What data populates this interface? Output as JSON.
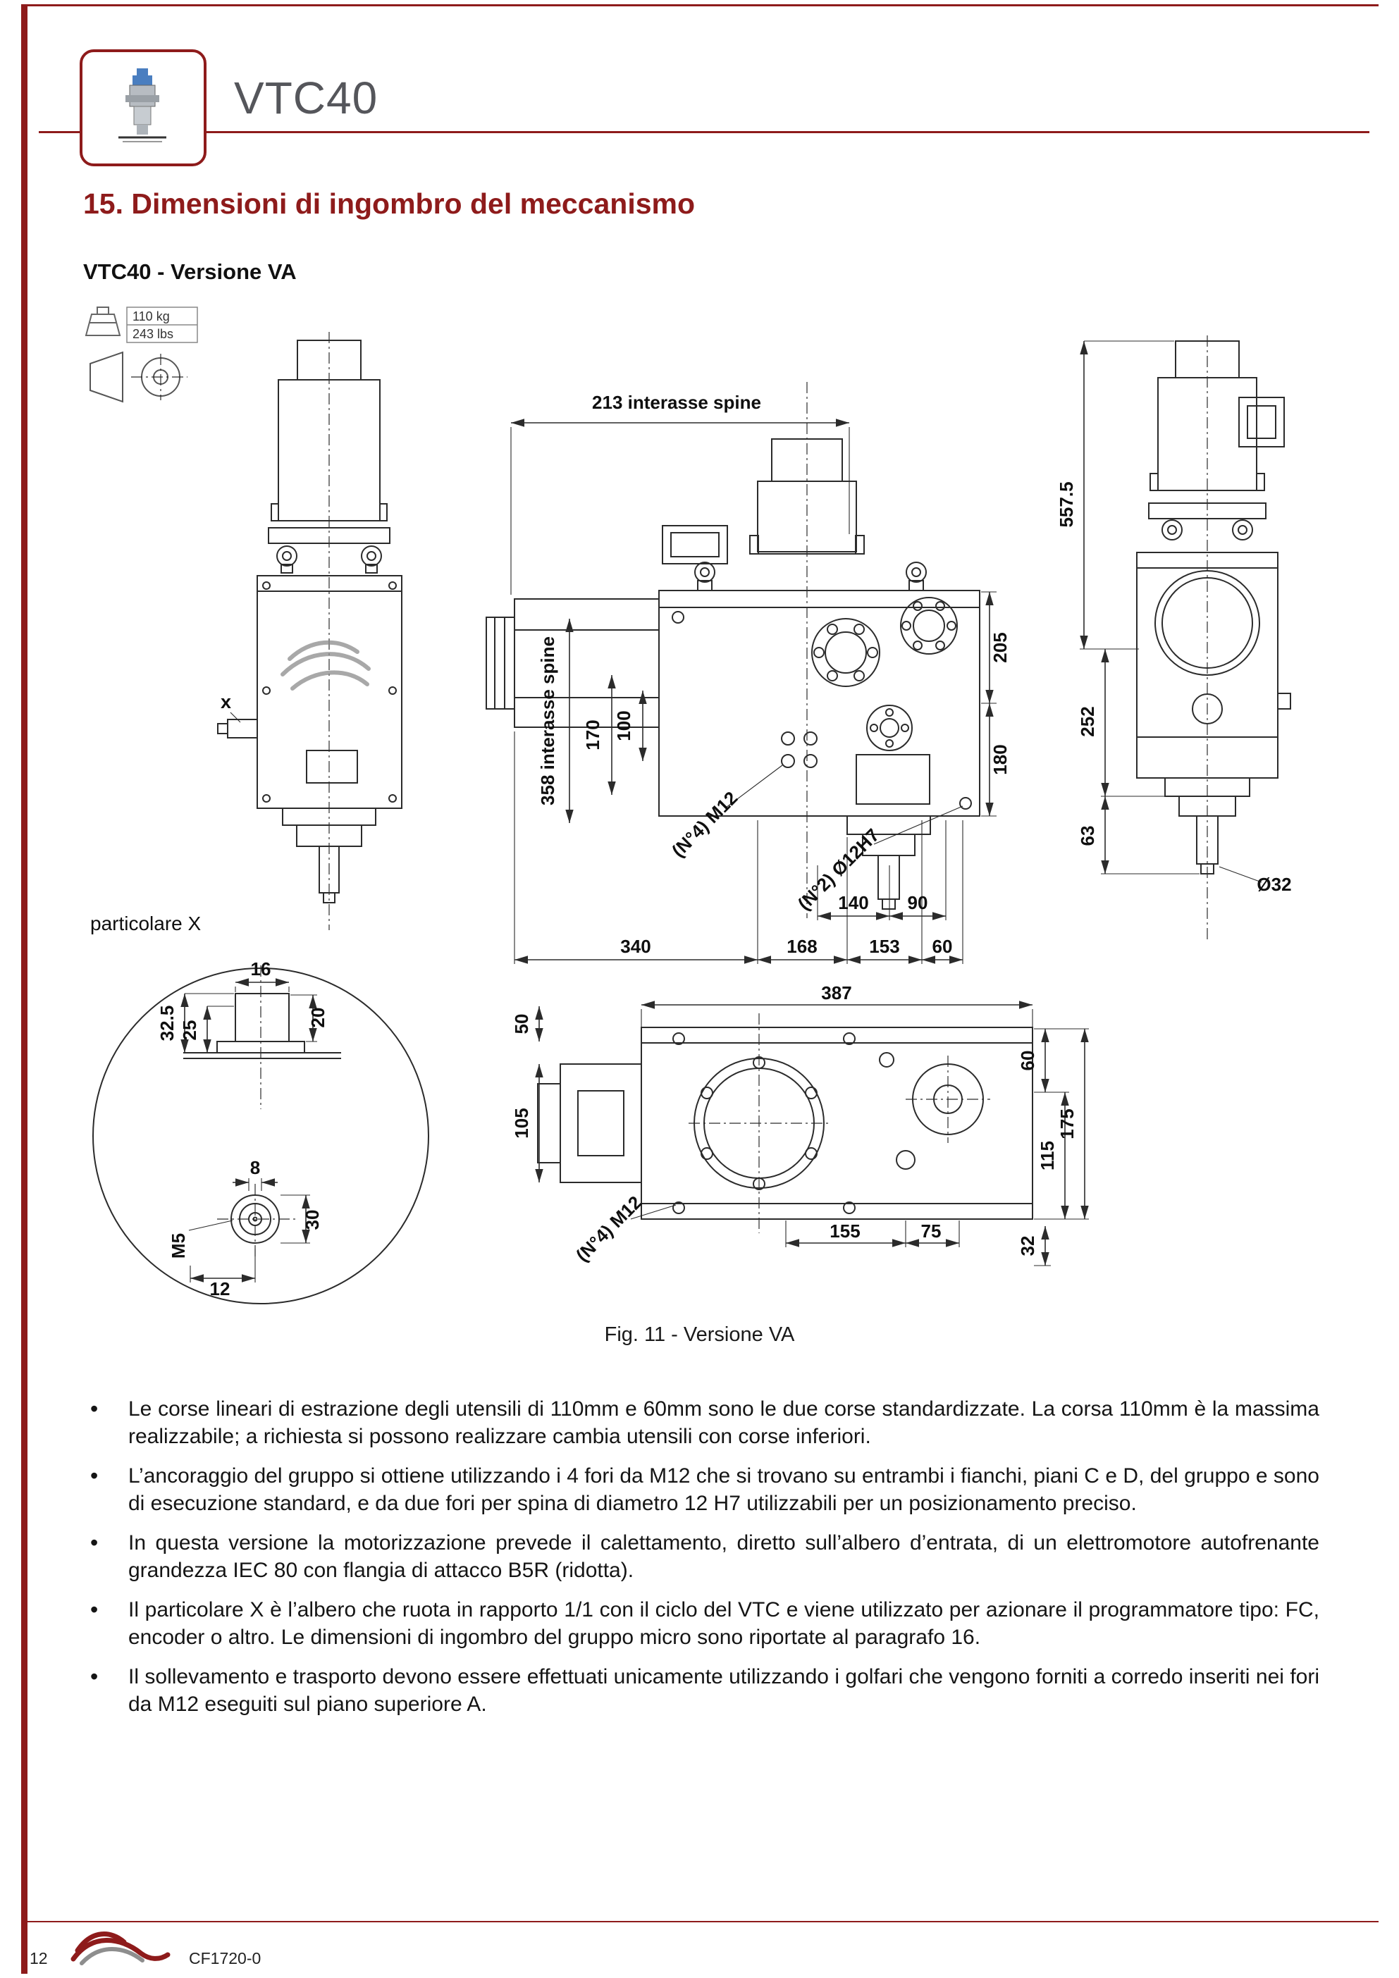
{
  "header": {
    "title": "VTC40"
  },
  "section": {
    "title": "15. Dimensioni di ingombro del meccanismo",
    "subtitle": "VTC40 - Versione VA"
  },
  "weight": {
    "kg": "110 kg",
    "lbs": "243 lbs"
  },
  "figure": {
    "caption": "Fig. 11 - Versione VA",
    "particolare_label": "particolare X",
    "x_label": "x"
  },
  "dims": {
    "front": {
      "interasse_top": "213  interasse spine",
      "interasse_left": "358  interasse spine",
      "d170": "170",
      "d100": "100",
      "d205": "205",
      "d180": "180",
      "m12": "(N°4) M12",
      "pin": "(N°2) Ø12H7",
      "d140": "140",
      "d90": "90",
      "d340": "340",
      "d168": "168",
      "d153": "153",
      "d60": "60"
    },
    "side": {
      "d557": "557.5",
      "d252": "252",
      "d63": "63",
      "dia32": "Ø32"
    },
    "top": {
      "d387": "387",
      "d50": "50",
      "d105": "105",
      "d60": "60",
      "d115": "115",
      "d175": "175",
      "d155": "155",
      "d75": "75",
      "d32": "32",
      "m12": "(N°4) M12"
    },
    "detail": {
      "d16": "16",
      "d32_5": "32.5",
      "d25": "25",
      "d20": "20",
      "d8": "8",
      "d30": "30",
      "m5": "M5",
      "d12": "12"
    }
  },
  "bullets": [
    "Le corse lineari di estrazione degli utensili di 110mm e 60mm sono le due corse standardizzate. La corsa 110mm è la massima realizzabile; a richiesta si possono realizzare cambia utensili con corse inferiori.",
    "L’ancoraggio del gruppo si ottiene utilizzando i 4 fori da M12 che si trovano su entrambi i fianchi, piani C e D, del gruppo e sono di esecuzione standard, e da due fori per spina di diametro 12 H7 utilizzabili per un posizionamento preciso.",
    "In questa versione la motorizzazione prevede il calettamento, diretto sull’albero d’entrata, di un elettromotore autofrenante grandezza IEC 80 con flangia di attacco  B5R (ridotta).",
    "Il particolare X è l’albero che ruota in rapporto 1/1 con il ciclo del VTC e viene utilizzato per azionare il programmatore tipo: FC, encoder o altro. Le dimensioni di ingombro del gruppo micro sono riportate al paragrafo 16.",
    "Il sollevamento e trasporto devono essere effettuati unicamente utilizzando i golfari che vengono forniti a corredo inseriti nei fori da M12 eseguiti sul piano superiore A."
  ],
  "footer": {
    "page_number": "12",
    "doc_code": "CF1720-0"
  }
}
